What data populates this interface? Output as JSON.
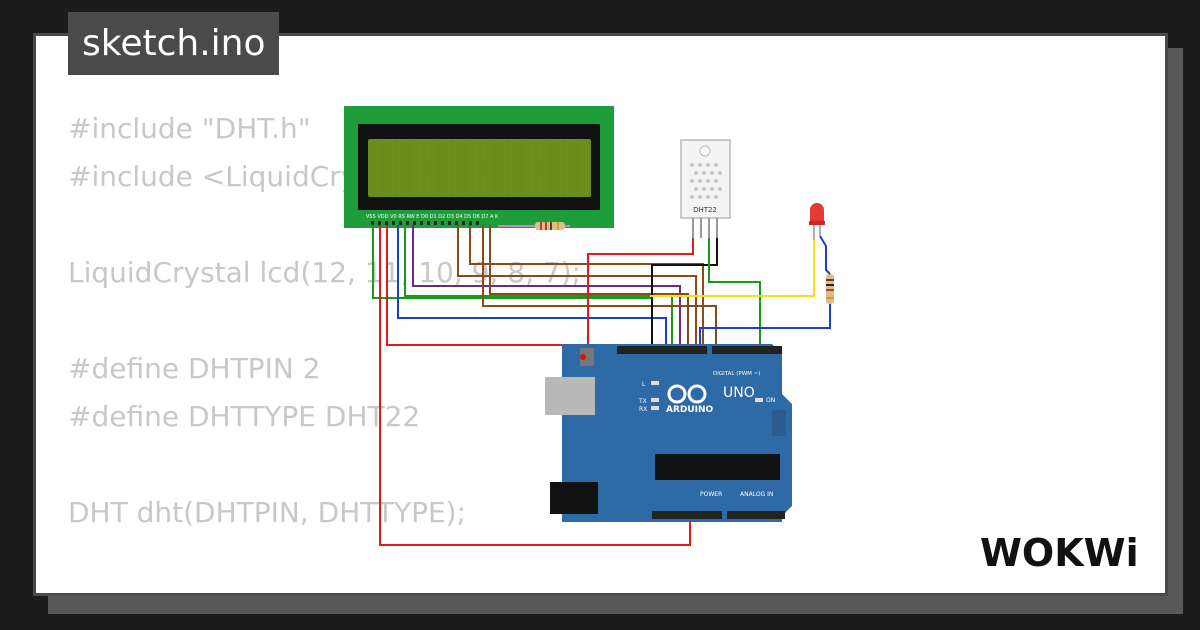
{
  "header": {
    "filename": "sketch.ino"
  },
  "code_lines": [
    "#include \"DHT.h\"",
    "#include <LiquidCrystal.h>",
    "",
    "LiquidCrystal lcd(12, 11, 10, 9, 8, 7);",
    "",
    "#define DHTPIN 2",
    "#define DHTTYPE DHT22",
    "",
    "DHT dht(DHTPIN, DHTTYPE);"
  ],
  "lcd": {
    "pin_labels": "VSS VDD V0 RS RW E D0 D1 D2 D3 D4 D5 D6 D7 A K"
  },
  "sensor": {
    "label": "DHT22"
  },
  "arduino": {
    "brand": "ARDUINO",
    "model": "UNO",
    "digital_label": "DIGITAL (PWM ~)",
    "power_label": "POWER",
    "analog_label": "ANALOG IN",
    "on_label": "ON",
    "l_label": "L",
    "tx_label": "TX",
    "rx_label": "RX"
  },
  "brand": {
    "logo_text": "WOKWi"
  },
  "colors": {
    "background": "#1c1c1c",
    "card": "#ffffff",
    "title_bg": "#4a4a4a",
    "code_text": "#c8c8c8",
    "board": "#2e6aa6",
    "lcd_green": "#1e9c3a",
    "lcd_screen": "#6d8e1a"
  }
}
